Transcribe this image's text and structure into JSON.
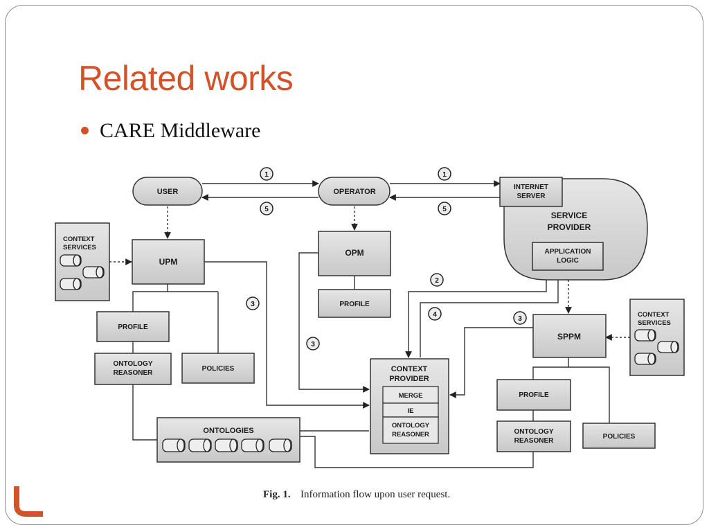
{
  "slide": {
    "title": "Related works",
    "bullet": "CARE Middleware"
  },
  "colors": {
    "accent": "#d2532a",
    "box_fill": "#d4d4d4",
    "box_stroke": "#333333"
  },
  "diagram": {
    "user": "USER",
    "operator": "OPERATOR",
    "internet_server": [
      "INTERNET",
      "SERVER"
    ],
    "service_provider": [
      "SERVICE",
      "PROVIDER"
    ],
    "application_logic": [
      "APPLICATION",
      "LOGIC"
    ],
    "context_services_left": [
      "CONTEXT",
      "SERVICES"
    ],
    "context_services_right": [
      "CONTEXT",
      "SERVICES"
    ],
    "upm": "UPM",
    "opm": "OPM",
    "sppm": "SPPM",
    "opm_profile": "PROFILE",
    "upm_profile": "PROFILE",
    "upm_ontology_reasoner": [
      "ONTOLOGY",
      "REASONER"
    ],
    "upm_policies": "POLICIES",
    "ontologies": "ONTOLOGIES",
    "context_provider": [
      "CONTEXT",
      "PROVIDER"
    ],
    "merge": "MERGE",
    "ie": "IE",
    "cp_ontology_reasoner": [
      "ONTOLOGY",
      "REASONER"
    ],
    "sppm_profile": "PROFILE",
    "sppm_ontology_reasoner": [
      "ONTOLOGY",
      "REASONER"
    ],
    "sppm_policies": "POLICIES",
    "steps": {
      "user_operator_request": "1",
      "operator_server_request": "1",
      "user_operator_response": "5",
      "operator_server_response": "5",
      "sp_to_cp_request": "2",
      "cp_to_sp_response": "4",
      "upm_to_cp": "3",
      "opm_to_cp": "3",
      "sppm_to_cp": "3"
    },
    "caption_label": "Fig. 1.",
    "caption_text": "Information flow upon user request."
  }
}
